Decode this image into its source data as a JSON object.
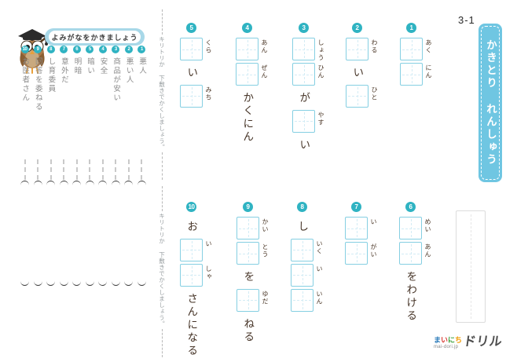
{
  "page": {
    "code": "3-1"
  },
  "banner": {
    "title": "かきとり れんしゅう",
    "bg_color": "#6fc6e2"
  },
  "cut_note": "キリトリか 下敷きでかくしましょう。",
  "reading_section": {
    "header": "よみがなをかきましょう",
    "mascot": "owl",
    "items": [
      {
        "num": "1",
        "text": "悪人"
      },
      {
        "num": "2",
        "text": "悪い人"
      },
      {
        "num": "3",
        "text": "商品が安い"
      },
      {
        "num": "4",
        "text": "安全"
      },
      {
        "num": "5",
        "text": "暗い"
      },
      {
        "num": "6",
        "text": "明暗"
      },
      {
        "num": "7",
        "text": "意外だ"
      },
      {
        "num": "8",
        "text": "し育委員"
      },
      {
        "num": "9",
        "text": "回答を委ねる"
      },
      {
        "num": "10",
        "text": "お医者さん"
      }
    ]
  },
  "writing_section": {
    "rows": [
      {
        "items": [
          {
            "num": "1",
            "parts": [
              {
                "box": true,
                "furigana": "あく"
              },
              {
                "box": true,
                "furigana": "にん"
              }
            ]
          },
          {
            "num": "2",
            "parts": [
              {
                "box": true,
                "furigana": "わる"
              },
              {
                "text": "い"
              },
              {
                "box": true,
                "furigana": "ひと"
              }
            ]
          },
          {
            "num": "3",
            "parts": [
              {
                "box": true,
                "furigana": "しょう"
              },
              {
                "box": true,
                "furigana": "ひん"
              },
              {
                "text": "が"
              },
              {
                "box": true,
                "furigana": "やす"
              },
              {
                "text": "い"
              }
            ]
          },
          {
            "num": "4",
            "parts": [
              {
                "box": true,
                "furigana": "あん"
              },
              {
                "box": true,
                "furigana": "ぜん"
              },
              {
                "text": "かくにん"
              }
            ]
          },
          {
            "num": "5",
            "parts": [
              {
                "box": true,
                "furigana": "くら"
              },
              {
                "text": "い"
              },
              {
                "box": true,
                "furigana": "みち"
              }
            ]
          }
        ]
      },
      {
        "items": [
          {
            "num": "6",
            "parts": [
              {
                "box": true,
                "furigana": "めい"
              },
              {
                "box": true,
                "furigana": "あん"
              },
              {
                "text": "をわける"
              }
            ]
          },
          {
            "num": "7",
            "parts": [
              {
                "box": true,
                "furigana": "い"
              },
              {
                "box": true,
                "furigana": "がい"
              }
            ]
          },
          {
            "num": "8",
            "parts": [
              {
                "text": "し"
              },
              {
                "box": true,
                "furigana": "いく"
              },
              {
                "box": true,
                "furigana": "い"
              },
              {
                "box": true,
                "furigana": "いん"
              }
            ]
          },
          {
            "num": "9",
            "parts": [
              {
                "box": true,
                "furigana": "かい"
              },
              {
                "box": true,
                "furigana": "とう"
              },
              {
                "text": "を"
              },
              {
                "box": true,
                "furigana": "ゆだ"
              },
              {
                "text": "ねる"
              }
            ]
          },
          {
            "num": "10",
            "parts": [
              {
                "text": "お"
              },
              {
                "box": true,
                "furigana": "い"
              },
              {
                "box": true,
                "furigana": "しゃ"
              },
              {
                "text": "さんになる"
              }
            ]
          }
        ]
      }
    ]
  },
  "logo": {
    "brand": [
      {
        "char": "ま",
        "color": "#2a7ab9"
      },
      {
        "char": "い",
        "color": "#d93a32"
      },
      {
        "char": "に",
        "color": "#3ea23d"
      },
      {
        "char": "ち",
        "color": "#f09a00"
      }
    ],
    "site": "mai-dori.jp",
    "product": "ドリル"
  },
  "colors": {
    "accent_teal": "#2fb3c2",
    "box_blue": "#85cfe2",
    "text_brown": "#453326",
    "list_gray": "#8b8b8b"
  }
}
